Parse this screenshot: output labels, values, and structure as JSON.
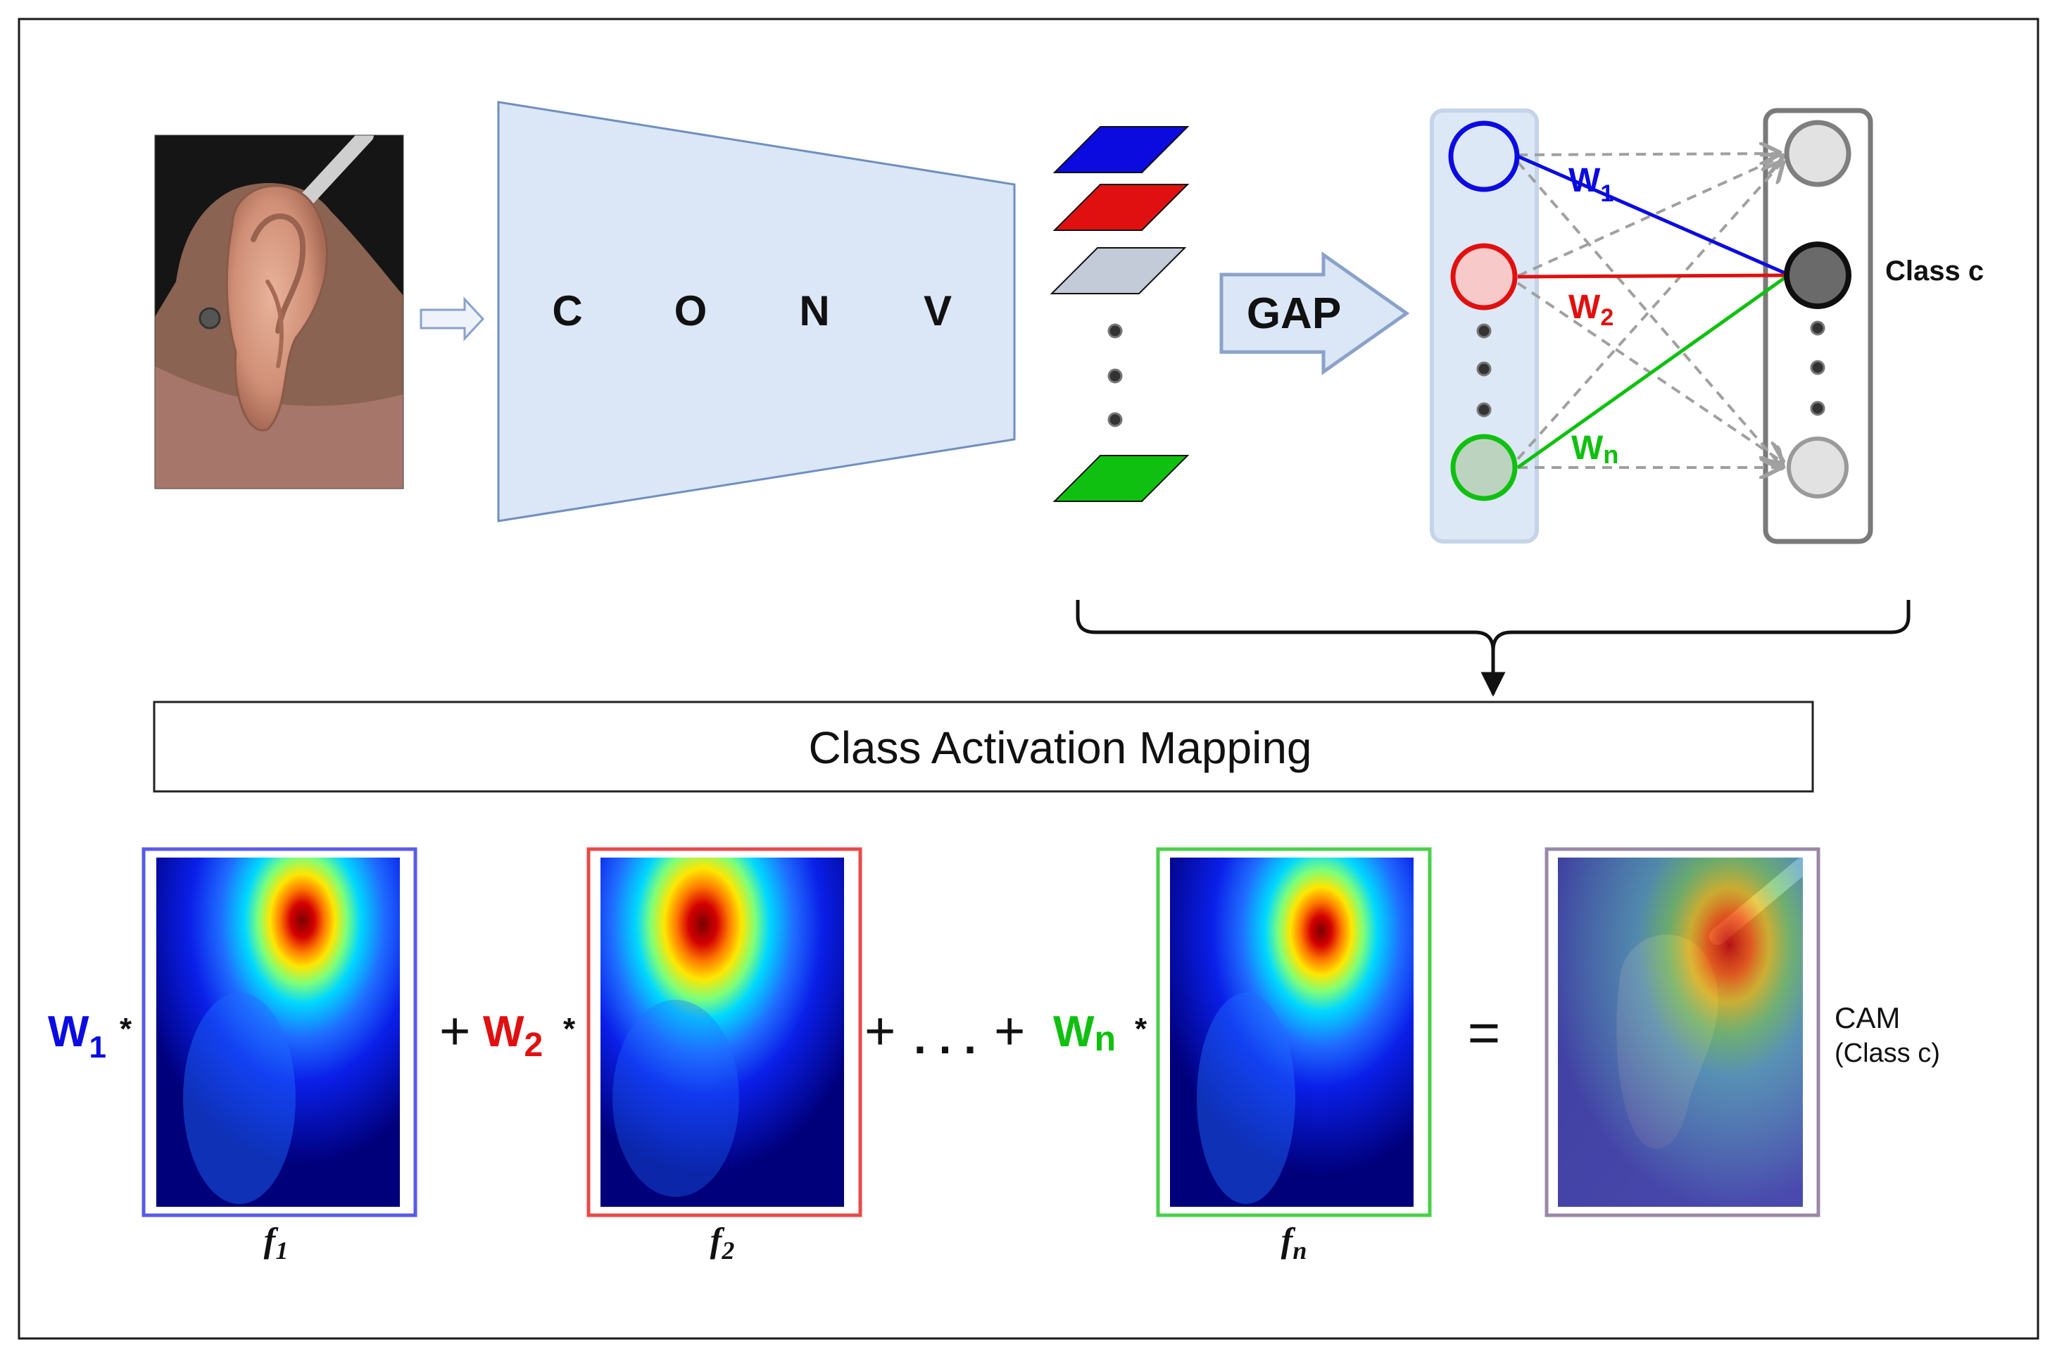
{
  "conv": {
    "letters": [
      "C",
      "O",
      "N",
      "V"
    ]
  },
  "gap": {
    "label": "GAP"
  },
  "output": {
    "class_label": "Class c"
  },
  "weights": {
    "w1": {
      "letter": "W",
      "sub": "1"
    },
    "w2": {
      "letter": "W",
      "sub": "2"
    },
    "wn": {
      "letter": "W",
      "sub": "n"
    }
  },
  "cam_box": {
    "title": "Class Activation Mapping"
  },
  "equation": {
    "multiply": "*",
    "plus": "+",
    "dots": ". . .",
    "equals": "=",
    "maps": [
      {
        "letter": "f",
        "sub": "1"
      },
      {
        "letter": "f",
        "sub": "2"
      },
      {
        "letter": "f",
        "sub": "n"
      }
    ],
    "result_label": "CAM",
    "result_sublabel": "(Class c)"
  },
  "colors": {
    "blue": "#0b0be0",
    "red": "#e01010",
    "green": "#10c010",
    "conv_fill": "#dbe7f7",
    "conv_stroke": "#6f8fbf",
    "gray_node": "#e2e2e2",
    "dark_node": "#6a6a6a"
  }
}
